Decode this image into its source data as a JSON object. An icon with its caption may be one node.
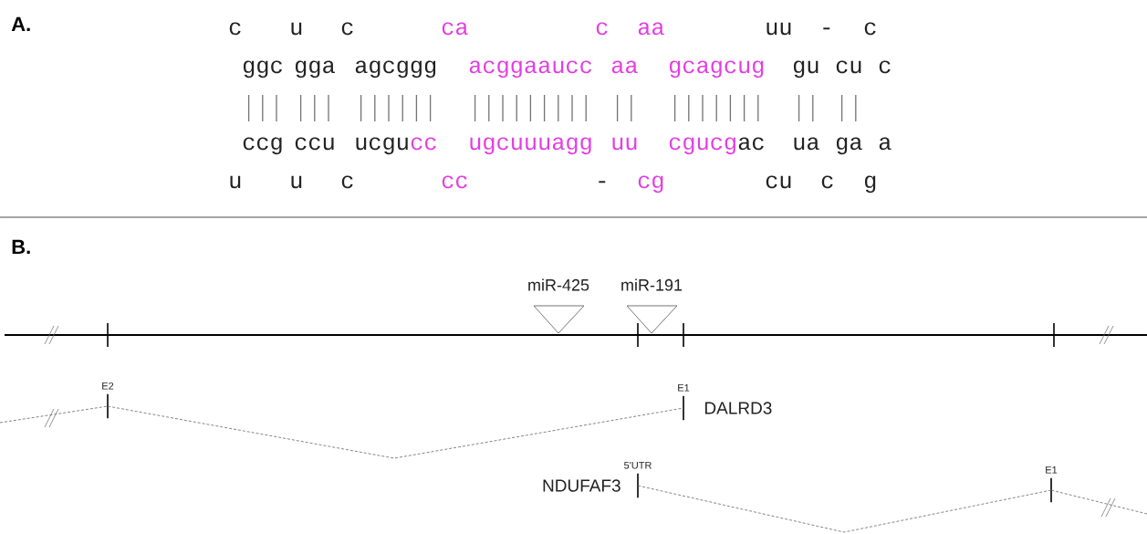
{
  "diagram": {
    "nodes": [
      {
        "text": [
          "miR-425"
        ]
      },
      {
        "text": [
          "miR-191"
        ]
      },
      {
        "text": [
          "E2"
        ]
      },
      {
        "text": [
          "E1"
        ],
        "beside": [
          "DALRD3"
        ]
      },
      {
        "text": [
          "5'UTR"
        ],
        "beside": [
          "NDUFAF3"
        ]
      },
      {
        "text": [
          "E1"
        ]
      }
    ],
    "edges": [
      {
        "from": null,
        "to": 2,
        "arrow": "none",
        "style": "dashed"
      },
      {
        "from": 2,
        "to": 3,
        "arrow": "none",
        "style": "dashed"
      },
      {
        "from": 4,
        "to": 5,
        "arrow": "none",
        "style": "dashed"
      },
      {
        "from": 5,
        "to": null,
        "arrow": "none",
        "style": "dashed"
      }
    ],
    "labels": [
      "A.",
      "c",
      "u",
      "c",
      "ca",
      "c",
      "aa",
      "uu",
      "-",
      "c",
      "ggc",
      "gga",
      "agcggg",
      "acggaaucc",
      "aa",
      "gcagcug",
      "gu",
      "cu",
      "c",
      "ccg",
      "ccu",
      "ucgu",
      "cc",
      "ugcuuuagg",
      "uu",
      "cgucg",
      "ac",
      "ua",
      "ga",
      "a",
      "u",
      "u",
      "c",
      "cc",
      "-",
      "cg",
      "cu",
      "c",
      "g",
      "B."
    ]
  }
}
